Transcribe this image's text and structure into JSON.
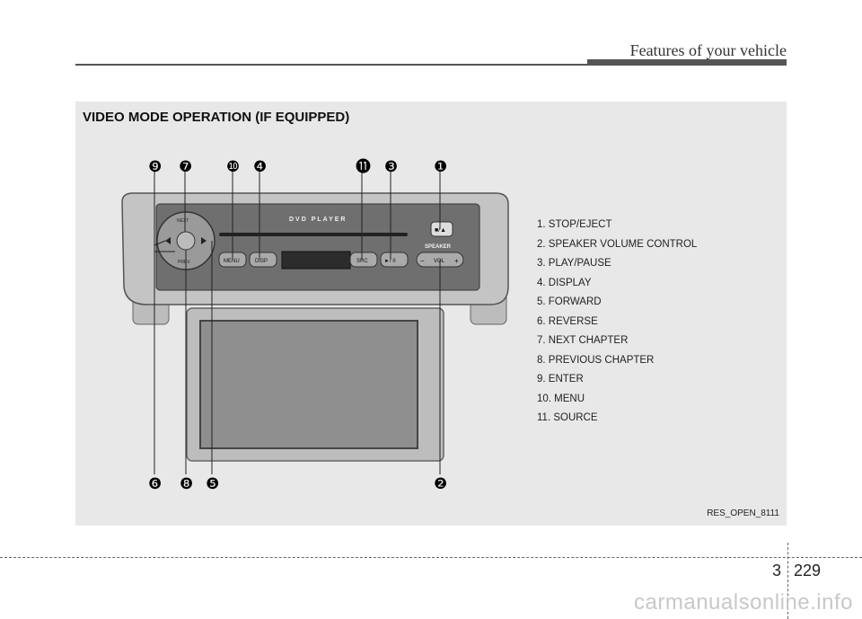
{
  "header": {
    "title": "Features of your vehicle"
  },
  "section": {
    "title": "VIDEO MODE OPERATION (IF EQUIPPED)",
    "figure_code": "RES_OPEN_8111"
  },
  "device": {
    "name_label": "DVD PLAYER",
    "speaker_label": "SPEAKER",
    "buttons": {
      "menu": "MENU",
      "disp": "DISP",
      "src": "SRC",
      "play_pause": "►/ II",
      "vol": "VOL",
      "vol_minus": "−",
      "vol_plus": "+",
      "next": "NEXT",
      "prev": "PREV",
      "stop_eject": "■/▲"
    }
  },
  "callouts": [
    "❶",
    "❷",
    "❸",
    "❹",
    "❺",
    "❻",
    "❼",
    "❽",
    "❾",
    "❿",
    "⓫"
  ],
  "legend": [
    "1. STOP/EJECT",
    "2. SPEAKER VOLUME CONTROL",
    "3. PLAY/PAUSE",
    "4. DISPLAY",
    "5. FORWARD",
    "6. REVERSE",
    "7. NEXT CHAPTER",
    "8. PREVIOUS CHAPTER",
    "9. ENTER",
    "10. MENU",
    "11. SOURCE"
  ],
  "footer": {
    "chapter": "3",
    "page": "229"
  },
  "watermark": "carmanualsonline.info"
}
